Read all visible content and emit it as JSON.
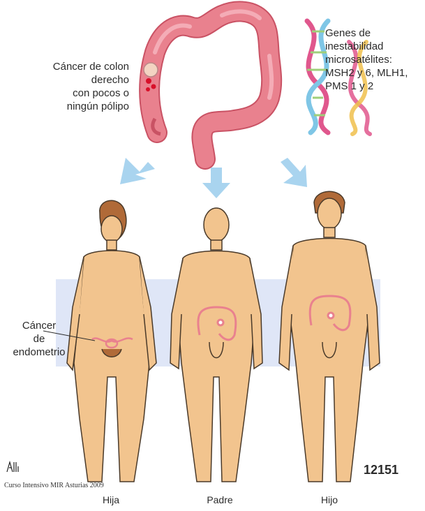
{
  "labels": {
    "colon_cancer": [
      "Cáncer de colon",
      "derecho",
      "con pocos o",
      "ningún pólipo"
    ],
    "genes": [
      "Genes de",
      "inestabilidad",
      "microsatélites:",
      "MSH2 y 6, MLH1,",
      "PMS 1 y 2"
    ],
    "endometrial_cancer": [
      "Cáncer",
      "de",
      "endometrio"
    ],
    "people": {
      "daughter": "Hija",
      "father": "Padre",
      "son": "Hijo"
    },
    "code": "12151",
    "credit": "Curso Intensivo MIR Asturias 2009"
  },
  "colors": {
    "colon": "#e9818e",
    "colon_dark": "#c95264",
    "skin": "#f2c48e",
    "skin_outline": "#4a3a2a",
    "band": "#dfe6f7",
    "arrow": "#a9d4ef",
    "dna_a": "#e0578d",
    "dna_b": "#7fc6e6",
    "blood": "#d8102a"
  }
}
